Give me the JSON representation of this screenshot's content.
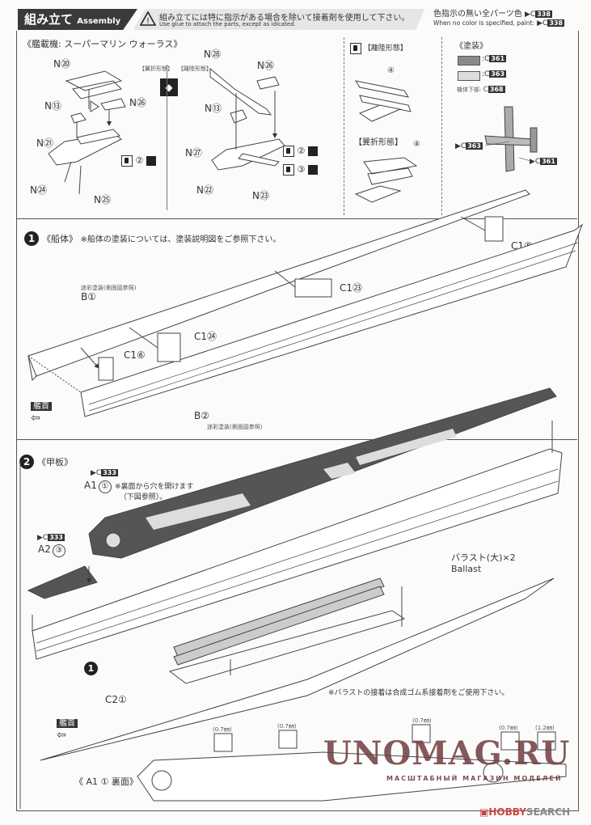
{
  "header": {
    "title_jp": "組み立て",
    "title_en": "Assembly",
    "warning_jp": "組み立てには特に指示がある場合を除いて接着剤を使用して下さい。",
    "warning_en": "Use glue to attach the parts, except as idicated.",
    "default_color_jp": "色指示の無い全パーツ色",
    "default_color_en": "When no color is specified, paint:",
    "default_color_code": "338",
    "pc_prefix": "C"
  },
  "aircraft": {
    "title": "《艦載機: スーパーマリン ウォーラス》",
    "folded_label": "【翼折形態】",
    "flight_label": "【離陸形態】",
    "parts_left": [
      "N⑳",
      "N⑬",
      "N㉖",
      "N㉑",
      "N㉔",
      "N㉕"
    ],
    "parts_right": [
      "N㉘",
      "N㉖",
      "N⑬",
      "N㉗",
      "N㉒",
      "N㉓"
    ],
    "decal_left": "②",
    "decal_right_1": "②",
    "decal_right_2": "③",
    "takeoff_title": "【離陸形態】",
    "folded_title": "【翼折形態】",
    "decal_num": "④"
  },
  "painting": {
    "title": "《塗装》",
    "swatches": [
      {
        "code": "361",
        "color": "#8a8a8a"
      },
      {
        "code": "363",
        "color": "#dcdcdc"
      }
    ],
    "underside_label": "機体下部:",
    "underside_code": "368",
    "callout_1": "363",
    "callout_2": "361"
  },
  "step1": {
    "number": "1",
    "title": "《船体》",
    "note": "※船体の塗装については、塗装説明図をご参照下さい。",
    "camo_note_top": "迷彩塗装(側面図参照)",
    "part_b1": "B①",
    "part_b2": "B②",
    "camo_note_bottom": "迷彩塗装(側面図参照)",
    "c1_5": "C1⑤",
    "c1_23": "C1㉓",
    "c1_24": "C1㉔",
    "c1_6": "C1⑥",
    "bow": "艦首"
  },
  "step2": {
    "number": "2",
    "title": "《甲板》",
    "a1_color": "333",
    "a1_label": "A1",
    "a1_num": "①",
    "a1_note_1": "※裏面から穴を開けます",
    "a1_note_2": "（下図参照）。",
    "a2_color": "333",
    "a2_label": "A2",
    "a2_num": "③",
    "ballast_jp": "バラスト(大)×2",
    "ballast_en": "Ballast",
    "ballast_note": "※バラストの接着は合成ゴム系接着剤をご使用下さい。",
    "c2_label": "C2①",
    "bow": "艦首",
    "ref_step": "1",
    "underside_label": "《 A1 ① 裏面》",
    "drill_sizes": [
      "(0.7㎜)",
      "(0.7㎜)",
      "(0.7㎜)",
      "(0.7㎜)",
      "(1.2㎜)"
    ]
  },
  "watermark": {
    "main": "UNOMAG.RU",
    "sub": "МАСШТАБНЫЙ МАГАЗИН МОДЕЛЕЙ",
    "hobby": "HOBBY",
    "search": "SEARCH"
  }
}
